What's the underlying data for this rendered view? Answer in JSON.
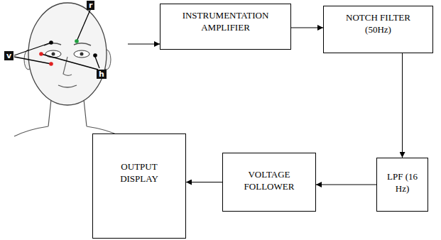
{
  "diagram": {
    "nodes": [
      {
        "text": [
          "INSTRUMENTATION AMPLIFIER"
        ]
      },
      {
        "text": [
          "NOTCH FILTER (50Hz)"
        ]
      },
      {
        "text": [
          "LPF (16 Hz)"
        ]
      },
      {
        "text": [
          "VOLTAGE FOLLOWER"
        ]
      },
      {
        "text": [
          "OUTPUT DISPLAY"
        ]
      }
    ],
    "edges": [
      {
        "from": 0,
        "to": 1,
        "arrow": "to"
      },
      {
        "from": 1,
        "to": 2,
        "arrow": "to"
      },
      {
        "from": 2,
        "to": 3,
        "arrow": "to"
      },
      {
        "from": 3,
        "to": 4,
        "arrow": "to"
      }
    ],
    "labels": [
      "v",
      "r",
      "h"
    ]
  }
}
